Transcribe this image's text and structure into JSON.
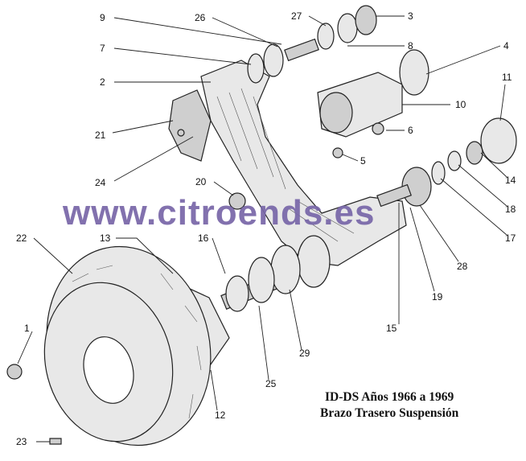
{
  "caption": {
    "line1": "ID-DS Años 1966 a 1969",
    "line2": "Brazo Trasero Suspensión"
  },
  "watermark": "www.citroends.es",
  "callouts": {
    "c1": "1",
    "c2": "2",
    "c3": "3",
    "c4": "4",
    "c5": "5",
    "c6": "6",
    "c7": "7",
    "c8": "8",
    "c9": "9",
    "c10": "10",
    "c11": "11",
    "c12": "12",
    "c13": "13",
    "c14": "14",
    "c15": "15",
    "c16": "16",
    "c17": "17",
    "c18": "18",
    "c19": "19",
    "c20": "20",
    "c21": "21",
    "c22": "22",
    "c23": "23",
    "c24": "24",
    "c25": "25",
    "c26": "26",
    "c27": "27",
    "c28": "28",
    "c29": "29"
  },
  "colors": {
    "watermark": "#7866a8",
    "ink": "#111111"
  }
}
